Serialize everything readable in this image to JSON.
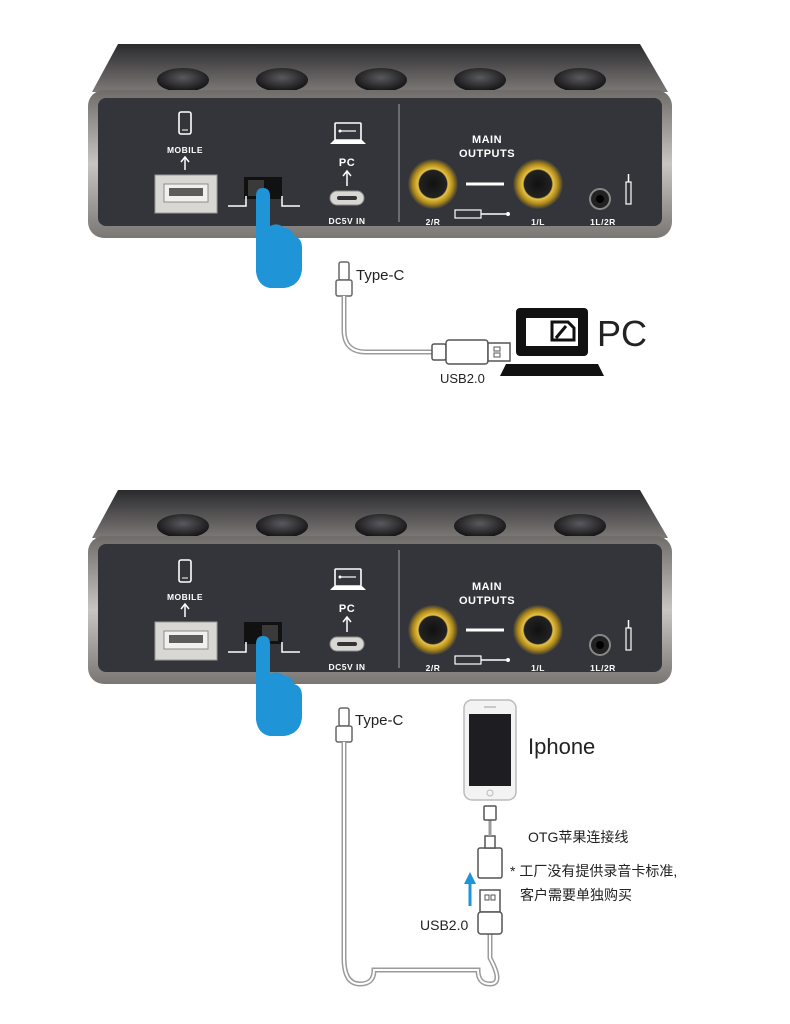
{
  "colors": {
    "case_outer": "#8a8684",
    "panel_face": "#34353a",
    "knob": "#1a1a1c",
    "jack_gold": "#c9a228",
    "finger_blue": "#1f95d8",
    "arrow_blue": "#1f95d8",
    "cable": "#9b9b9b"
  },
  "icons": [
    "mobile-phone-icon",
    "laptop-usb-icon",
    "pointing-hand-icon",
    "desktop-pc-icon",
    "trs-plug-icon",
    "up-arrow-icon"
  ],
  "panel": {
    "mobile_label": "MOBILE",
    "pc_label": "PC",
    "dc_label": "DC5V IN",
    "main_label_1": "MAIN",
    "main_label_2": "OUTPUTS",
    "out_2r": "2/R",
    "out_1l": "1/L",
    "out_phone": "1L/2R"
  },
  "top": {
    "cable_type_label": "Type-C",
    "usb_label": "USB2.0",
    "device_label": "PC"
  },
  "bottom": {
    "cable_type_label": "Type-C",
    "usb_label": "USB2.0",
    "device_label": "Iphone",
    "otg_label": "OTG苹果连接线",
    "note_line1": "* 工厂没有提供录音卡标准,",
    "note_line2": "客户需要单独购买"
  }
}
